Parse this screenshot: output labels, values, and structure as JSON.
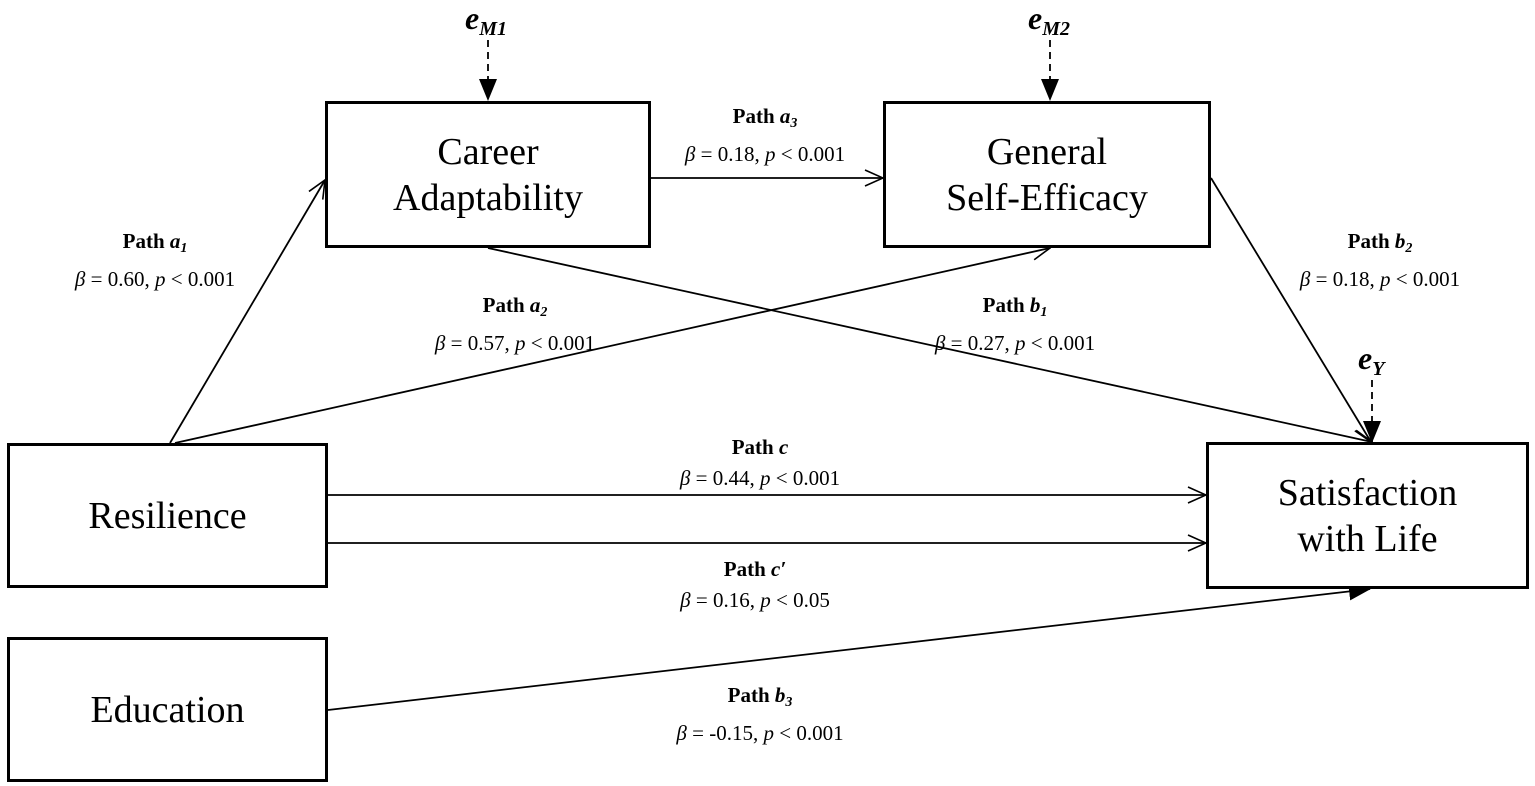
{
  "nodes": {
    "career": {
      "line1": "Career",
      "line2": "Adaptability"
    },
    "selfeff": {
      "line1": "General",
      "line2": "Self-Efficacy"
    },
    "resilience": {
      "line1": "Resilience"
    },
    "satisfaction": {
      "line1": "Satisfaction",
      "line2": "with Life"
    },
    "education": {
      "line1": "Education"
    }
  },
  "errors": {
    "m1": {
      "e": "e",
      "sub": "M1"
    },
    "m2": {
      "e": "e",
      "sub": "M2"
    },
    "y": {
      "e": "e",
      "sub": "Y"
    }
  },
  "paths": {
    "a1": {
      "word": "Path",
      "sym": "a",
      "sub": "1",
      "beta": "β",
      "eq": " = 0.60, ",
      "p": "p",
      "rest": " < 0.001"
    },
    "a2": {
      "word": "Path",
      "sym": "a",
      "sub": "2",
      "beta": "β",
      "eq": " = 0.57, ",
      "p": "p",
      "rest": " < 0.001"
    },
    "a3": {
      "word": "Path",
      "sym": "a",
      "sub": "3",
      "beta": "β",
      "eq": " = 0.18, ",
      "p": "p",
      "rest": " < 0.001"
    },
    "b1": {
      "word": "Path",
      "sym": "b",
      "sub": "1",
      "beta": "β",
      "eq": " = 0.27, ",
      "p": "p",
      "rest": " < 0.001"
    },
    "b2": {
      "word": "Path",
      "sym": "b",
      "sub": "2",
      "beta": "β",
      "eq": " = 0.18, ",
      "p": "p",
      "rest": " < 0.001"
    },
    "b3": {
      "word": "Path",
      "sym": "b",
      "sub": "3",
      "beta": "β",
      "eq": " = -0.15, ",
      "p": "p",
      "rest": " < 0.001"
    },
    "c": {
      "word": "Path",
      "sym": "c",
      "sub": "",
      "beta": "β",
      "eq": " = 0.44, ",
      "p": "p",
      "rest": " < 0.001"
    },
    "cp": {
      "word": "Path",
      "sym": "c′",
      "sub": "",
      "beta": "β",
      "eq": " = 0.16, ",
      "p": "p",
      "rest": " < 0.05"
    }
  }
}
